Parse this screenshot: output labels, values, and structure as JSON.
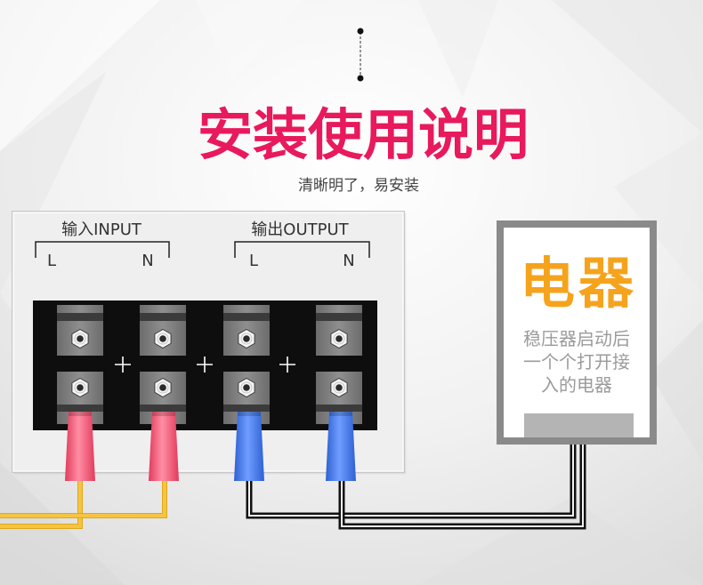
{
  "title": "安装使用说明",
  "subtitle": "清晰明了，易安装",
  "terminal_block": {
    "input_label": "输入INPUT",
    "output_label": "输出OUTPUT",
    "input_terminals": [
      "L",
      "N"
    ],
    "output_terminals": [
      "L",
      "N"
    ]
  },
  "appliance": {
    "title": "电器",
    "note_lines": [
      "稳压器启动后",
      "一个个打开接",
      "入的电器"
    ]
  },
  "colors": {
    "title": "#e8195c",
    "appliance_title": "#f5a31c",
    "input_connector": "#e23b5c",
    "output_connector": "#2f60d2",
    "input_wire": "#f7c43f",
    "output_wire": "#111111"
  }
}
